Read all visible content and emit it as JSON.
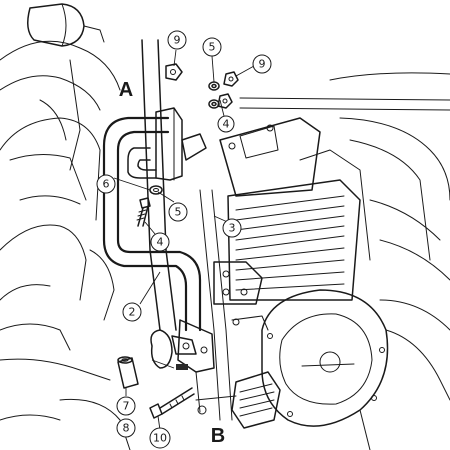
{
  "labels": {
    "A": "A",
    "B": "B"
  },
  "callouts": [
    {
      "key": "c9a",
      "text": "9"
    },
    {
      "key": "c5a",
      "text": "5"
    },
    {
      "key": "c9b",
      "text": "9"
    },
    {
      "key": "c4a",
      "text": "4"
    },
    {
      "key": "c6",
      "text": "6"
    },
    {
      "key": "c5b",
      "text": "5"
    },
    {
      "key": "c4b",
      "text": "4"
    },
    {
      "key": "c3",
      "text": "3"
    },
    {
      "key": "c2",
      "text": "2"
    },
    {
      "key": "c7",
      "text": "7"
    },
    {
      "key": "c8",
      "text": "8"
    },
    {
      "key": "c10",
      "text": "10"
    }
  ],
  "colors": {
    "ink": "#1a1a1a",
    "background": "#ffffff"
  }
}
